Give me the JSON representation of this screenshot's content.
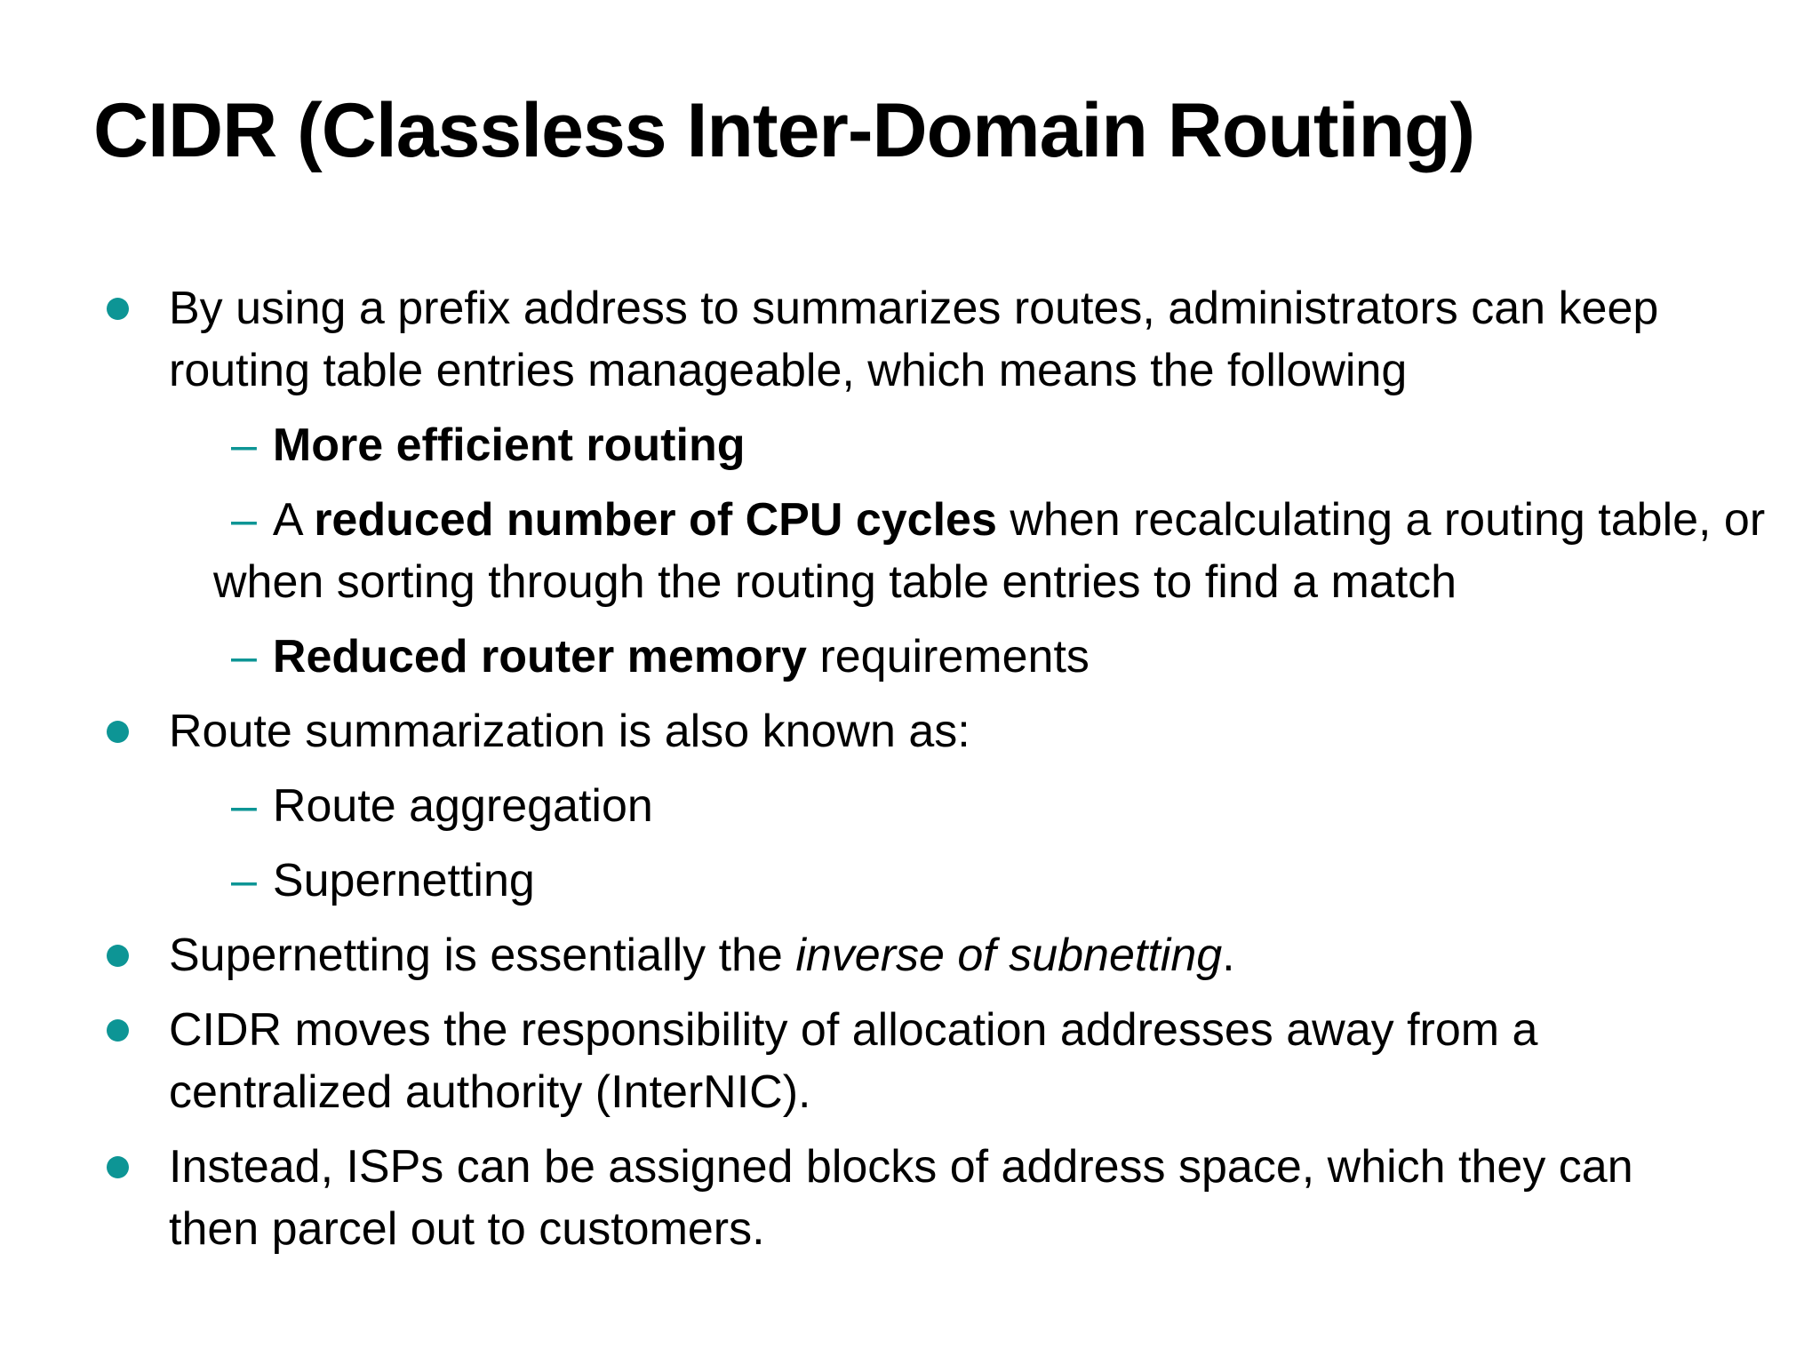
{
  "slide": {
    "title": "CIDR (Classless Inter-Domain Routing)"
  },
  "colors": {
    "accent_teal": "#0d9595",
    "text": "#000000",
    "background": "#ffffff"
  },
  "markers": {
    "l1_bullet": "round-teal-dot",
    "l2_dash": "–"
  },
  "content": {
    "items": [
      {
        "level": 1,
        "segments": [
          {
            "style": "regular",
            "text": "By using a prefix address to summarizes routes, administrators can keep routing table entries manageable, which means the following"
          }
        ]
      },
      {
        "level": 2,
        "segments": [
          {
            "style": "bold",
            "text": "More efficient routing"
          }
        ]
      },
      {
        "level": 2,
        "segments": [
          {
            "style": "regular",
            "text": "A "
          },
          {
            "style": "bold",
            "text": "reduced number of CPU cycles"
          },
          {
            "style": "regular",
            "text": " when recalculating a routing table, or when sorting through the routing table entries to find a match"
          }
        ]
      },
      {
        "level": 2,
        "segments": [
          {
            "style": "bold",
            "text": "Reduced router memory"
          },
          {
            "style": "regular",
            "text": " requirements"
          }
        ]
      },
      {
        "level": 1,
        "segments": [
          {
            "style": "regular",
            "text": "Route summarization is also known as:"
          }
        ]
      },
      {
        "level": 2,
        "segments": [
          {
            "style": "regular",
            "text": "Route aggregation"
          }
        ]
      },
      {
        "level": 2,
        "segments": [
          {
            "style": "regular",
            "text": "Supernetting"
          }
        ]
      },
      {
        "level": 1,
        "segments": [
          {
            "style": "regular",
            "text": "Supernetting is essentially the "
          },
          {
            "style": "italic",
            "text": "inverse of subnetting"
          },
          {
            "style": "regular",
            "text": "."
          }
        ]
      },
      {
        "level": 1,
        "segments": [
          {
            "style": "regular",
            "text": "CIDR moves the responsibility of allocation addresses away from a centralized authority (InterNIC)."
          }
        ]
      },
      {
        "level": 1,
        "segments": [
          {
            "style": "regular",
            "text": "Instead, ISPs can be assigned blocks of address space, which they can then parcel out to customers."
          }
        ]
      }
    ]
  }
}
